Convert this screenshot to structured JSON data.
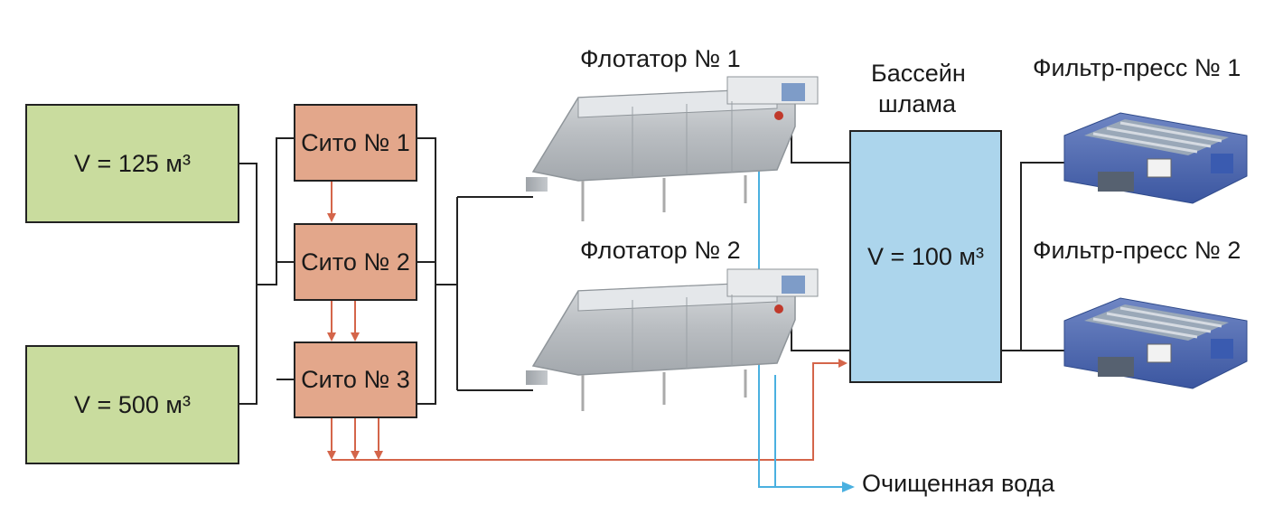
{
  "tanks": [
    {
      "label": "V = 125 м³"
    },
    {
      "label": "V = 500 м³"
    }
  ],
  "sieves": [
    {
      "label": "Сито № 1"
    },
    {
      "label": "Сито № 2"
    },
    {
      "label": "Сито № 3"
    }
  ],
  "flotators": [
    {
      "label": "Флотатор № 1"
    },
    {
      "label": "Флотатор № 2"
    }
  ],
  "sludge_pool": {
    "title_line1": "Бассейн",
    "title_line2": "шлама",
    "volume": "V = 100 м³"
  },
  "filter_presses": [
    {
      "label": "Фильтр-пресс № 1"
    },
    {
      "label": "Фильтр-пресс № 2"
    }
  ],
  "clean_water": {
    "label": "Очищенная вода"
  },
  "colors": {
    "tank": "#c9dc9e",
    "sieve": "#e3a78b",
    "pool": "#acd5ec",
    "sludge_line": "#d4654a",
    "water_line": "#4ab0e0",
    "pipe": "#222222"
  }
}
